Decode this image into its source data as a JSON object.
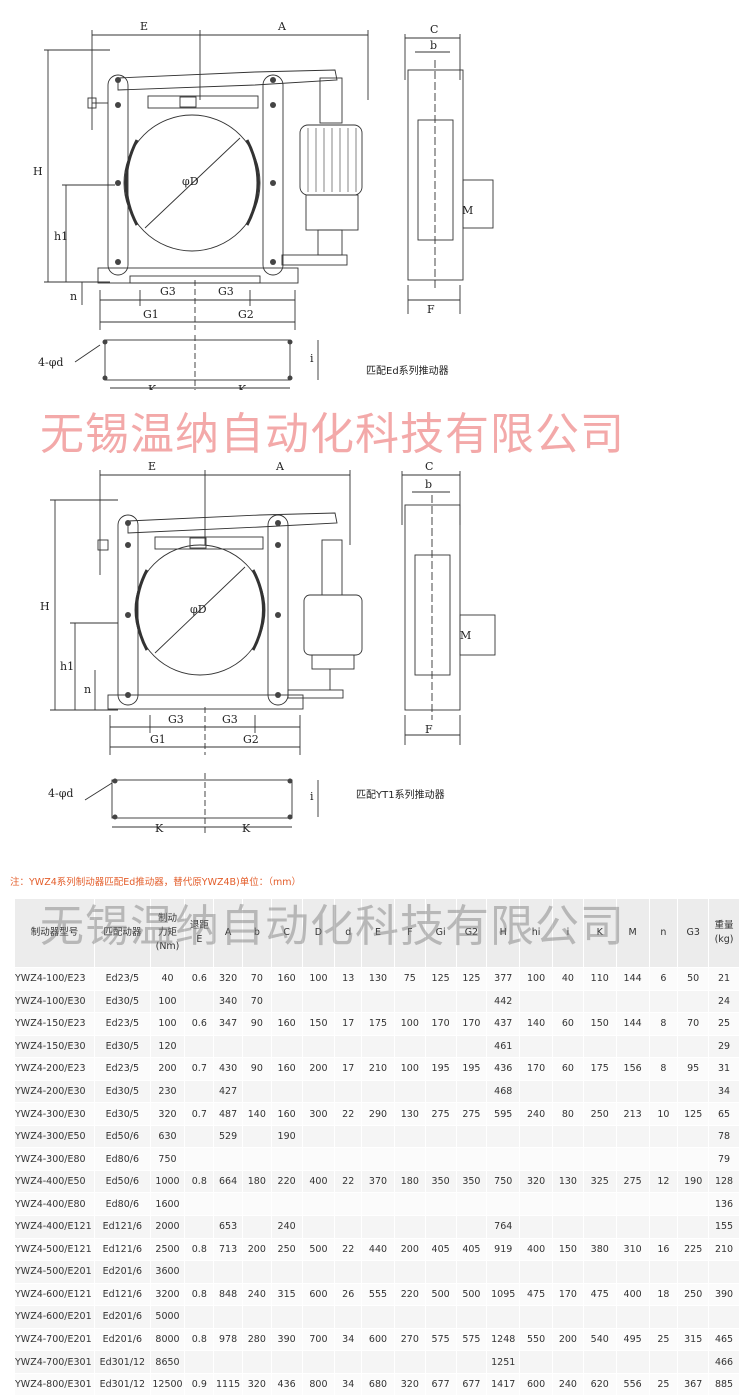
{
  "drawing_ed": {
    "caption": "匹配Ed系列推动器",
    "labels": {
      "E": "E",
      "A": "A",
      "C": "C",
      "b": "b",
      "H": "H",
      "h1": "h1",
      "n": "n",
      "G3": "G3",
      "G1": "G1",
      "G2": "G2",
      "D": "φD",
      "M": "M",
      "F": "F",
      "d": "4-φd",
      "i": "i",
      "K": "K"
    }
  },
  "drawing_yt1": {
    "caption": "匹配YT1系列推动器",
    "labels": {
      "E": "E",
      "A": "A",
      "C": "C",
      "b": "b",
      "H": "H",
      "h1": "h1",
      "n": "n",
      "G3": "G3",
      "G1": "G1",
      "G2": "G2",
      "D": "φD",
      "M": "M",
      "F": "F",
      "d": "4-φd",
      "i": "i",
      "K": "K"
    }
  },
  "watermark": "无锡温纳自动化科技有限公司",
  "note": "注：YWZ4系列制动器匹配Ed推动器，替代原YWZ4B)单位：（mm）",
  "table": {
    "headers": [
      "制动器型号",
      "匹配动器",
      "制动\n力矩\n(Nm)",
      "退距\nE",
      "A",
      "b",
      "C",
      "D",
      "d",
      "E",
      "F",
      "Gi",
      "G2",
      "H",
      "hi",
      "i",
      "K",
      "M",
      "n",
      "G3",
      "重量\n(kg)"
    ],
    "rows": [
      [
        "YWZ4-100/E23",
        "Ed23/5",
        "40",
        "0.6",
        "320",
        "70",
        "160",
        "100",
        "13",
        "130",
        "75",
        "125",
        "125",
        "377",
        "100",
        "40",
        "110",
        "144",
        "6",
        "50",
        "21"
      ],
      [
        "YWZ4-100/E30",
        "Ed30/5",
        "100",
        "",
        "340",
        "70",
        "",
        "",
        "",
        "",
        "",
        "",
        "",
        "442",
        "",
        "",
        "",
        "",
        "",
        "",
        "24"
      ],
      [
        "YWZ4-150/E23",
        "Ed23/5",
        "100",
        "0.6",
        "347",
        "90",
        "160",
        "150",
        "17",
        "175",
        "100",
        "170",
        "170",
        "437",
        "140",
        "60",
        "150",
        "144",
        "8",
        "70",
        "25"
      ],
      [
        "YWZ4-150/E30",
        "Ed30/5",
        "120",
        "",
        "",
        "",
        "",
        "",
        "",
        "",
        "",
        "",
        "",
        "461",
        "",
        "",
        "",
        "",
        "",
        "",
        "29"
      ],
      [
        "YWZ4-200/E23",
        "Ed23/5",
        "200",
        "0.7",
        "430",
        "90",
        "160",
        "200",
        "17",
        "210",
        "100",
        "195",
        "195",
        "436",
        "170",
        "60",
        "175",
        "156",
        "8",
        "95",
        "31"
      ],
      [
        "YWZ4-200/E30",
        "Ed30/5",
        "230",
        "",
        "427",
        "",
        "",
        "",
        "",
        "",
        "",
        "",
        "",
        "468",
        "",
        "",
        "",
        "",
        "",
        "",
        "34"
      ],
      [
        "YWZ4-300/E30",
        "Ed30/5",
        "320",
        "0.7",
        "487",
        "140",
        "160",
        "300",
        "22",
        "290",
        "130",
        "275",
        "275",
        "595",
        "240",
        "80",
        "250",
        "213",
        "10",
        "125",
        "65"
      ],
      [
        "YWZ4-300/E50",
        "Ed50/6",
        "630",
        "",
        "529",
        "",
        "190",
        "",
        "",
        "",
        "",
        "",
        "",
        "",
        "",
        "",
        "",
        "",
        "",
        "",
        "78"
      ],
      [
        "YWZ4-300/E80",
        "Ed80/6",
        "750",
        "",
        "",
        "",
        "",
        "",
        "",
        "",
        "",
        "",
        "",
        "",
        "",
        "",
        "",
        "",
        "",
        "",
        "79"
      ],
      [
        "YWZ4-400/E50",
        "Ed50/6",
        "1000",
        "0.8",
        "664",
        "180",
        "220",
        "400",
        "22",
        "370",
        "180",
        "350",
        "350",
        "750",
        "320",
        "130",
        "325",
        "275",
        "12",
        "190",
        "128"
      ],
      [
        "YWZ4-400/E80",
        "Ed80/6",
        "1600",
        "",
        "",
        "",
        "",
        "",
        "",
        "",
        "",
        "",
        "",
        "",
        "",
        "",
        "",
        "",
        "",
        "",
        "136"
      ],
      [
        "YWZ4-400/E121",
        "Ed121/6",
        "2000",
        "",
        "653",
        "",
        "240",
        "",
        "",
        "",
        "",
        "",
        "",
        "764",
        "",
        "",
        "",
        "",
        "",
        "",
        "155"
      ],
      [
        "YWZ4-500/E121",
        "Ed121/6",
        "2500",
        "0.8",
        "713",
        "200",
        "250",
        "500",
        "22",
        "440",
        "200",
        "405",
        "405",
        "919",
        "400",
        "150",
        "380",
        "310",
        "16",
        "225",
        "210"
      ],
      [
        "YWZ4-500/E201",
        "Ed201/6",
        "3600",
        "",
        "",
        "",
        "",
        "",
        "",
        "",
        "",
        "",
        "",
        "",
        "",
        "",
        "",
        "",
        "",
        "",
        ""
      ],
      [
        "YWZ4-600/E121",
        "Ed121/6",
        "3200",
        "0.8",
        "848",
        "240",
        "315",
        "600",
        "26",
        "555",
        "220",
        "500",
        "500",
        "1095",
        "475",
        "170",
        "475",
        "400",
        "18",
        "250",
        "390"
      ],
      [
        "YWZ4-600/E201",
        "Ed201/6",
        "5000",
        "",
        "",
        "",
        "",
        "",
        "",
        "",
        "",
        "",
        "",
        "",
        "",
        "",
        "",
        "",
        "",
        "",
        ""
      ],
      [
        "YWZ4-700/E201",
        "Ed201/6",
        "8000",
        "0.8",
        "978",
        "280",
        "390",
        "700",
        "34",
        "600",
        "270",
        "575",
        "575",
        "1248",
        "550",
        "200",
        "540",
        "495",
        "25",
        "315",
        "465"
      ],
      [
        "YWZ4-700/E301",
        "Ed301/12",
        "8650",
        "",
        "",
        "",
        "",
        "",
        "",
        "",
        "",
        "",
        "",
        "1251",
        "",
        "",
        "",
        "",
        "",
        "",
        "466"
      ],
      [
        "YWZ4-800/E301",
        "Ed301/12",
        "12500",
        "0.9",
        "1115",
        "320",
        "436",
        "800",
        "34",
        "680",
        "320",
        "677",
        "677",
        "1417",
        "600",
        "240",
        "620",
        "556",
        "25",
        "367",
        "885"
      ]
    ]
  }
}
